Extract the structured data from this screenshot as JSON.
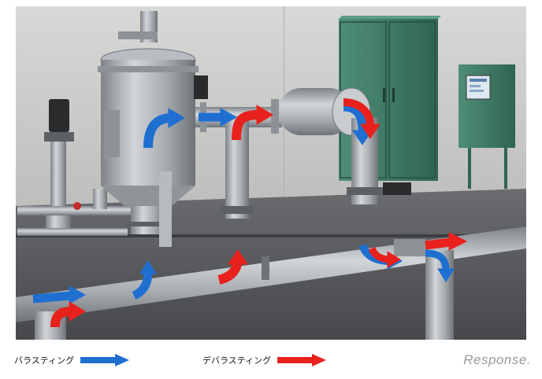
{
  "legend": {
    "ballasting_label": "バラスティング",
    "deballasting_label": "デバラスティング"
  },
  "colors": {
    "ballasting": "#1f6fd1",
    "deballasting": "#e8211c",
    "background_wall": "#c9c9c7",
    "floor": "#55575a",
    "equipment_metal": "#9ea3a7",
    "cabinet_green": "#3f7a66"
  },
  "logo": {
    "text": "Response."
  }
}
